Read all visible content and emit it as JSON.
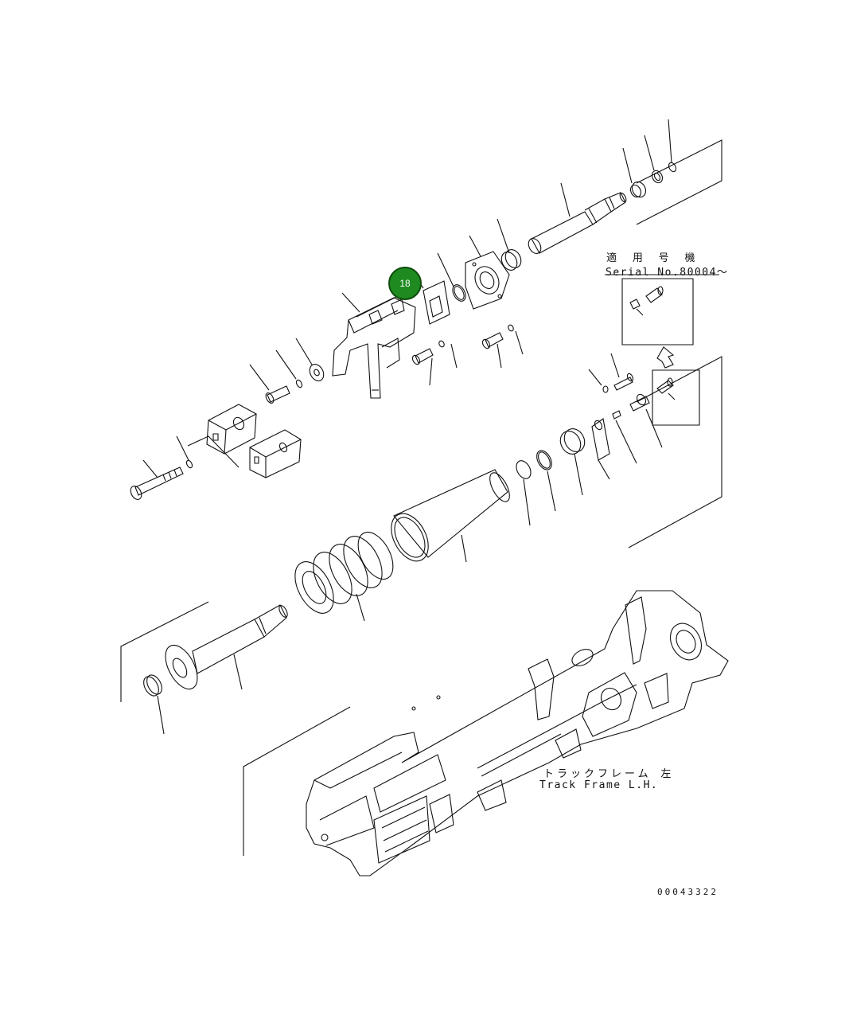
{
  "serial_label": {
    "japanese": "適 用 号 機",
    "english": "Serial No.80004～"
  },
  "frame_label": {
    "japanese": "トラックフレーム 左",
    "english": "Track Frame L.H."
  },
  "drawing_number": "00043322",
  "callout": {
    "label": "18",
    "color": "#1f8a1f"
  }
}
